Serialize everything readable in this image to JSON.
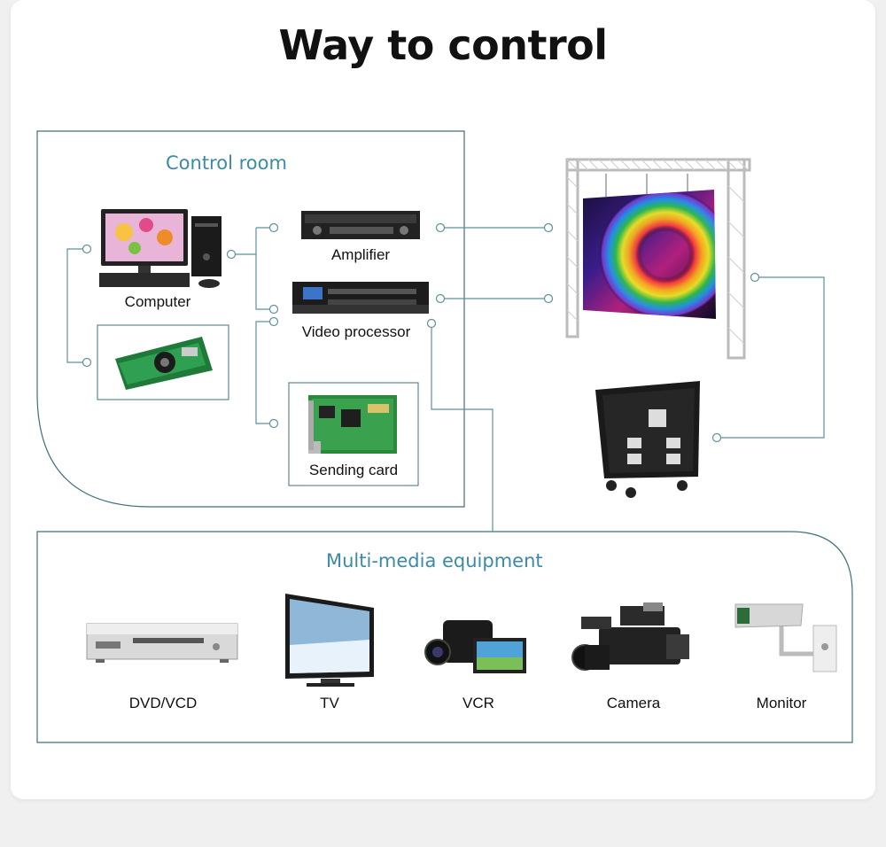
{
  "title": "Way to control",
  "control_room": {
    "label": "Control room",
    "computer_label": "Computer",
    "amplifier_label": "Amplifier",
    "video_processor_label": "Video processor",
    "sending_card_label": "Sending card"
  },
  "multimedia": {
    "label": "Multi-media equipment",
    "items": [
      {
        "label": "DVD/VCD",
        "icon": "dvd-player-icon"
      },
      {
        "label": "TV",
        "icon": "tv-icon"
      },
      {
        "label": "VCR",
        "icon": "camcorder-icon"
      },
      {
        "label": "Camera",
        "icon": "broadcast-camera-icon"
      },
      {
        "label": "Monitor",
        "icon": "security-camera-icon"
      }
    ]
  },
  "colors": {
    "line": "#3f6f7c",
    "section_label": "#3a8aa8"
  }
}
